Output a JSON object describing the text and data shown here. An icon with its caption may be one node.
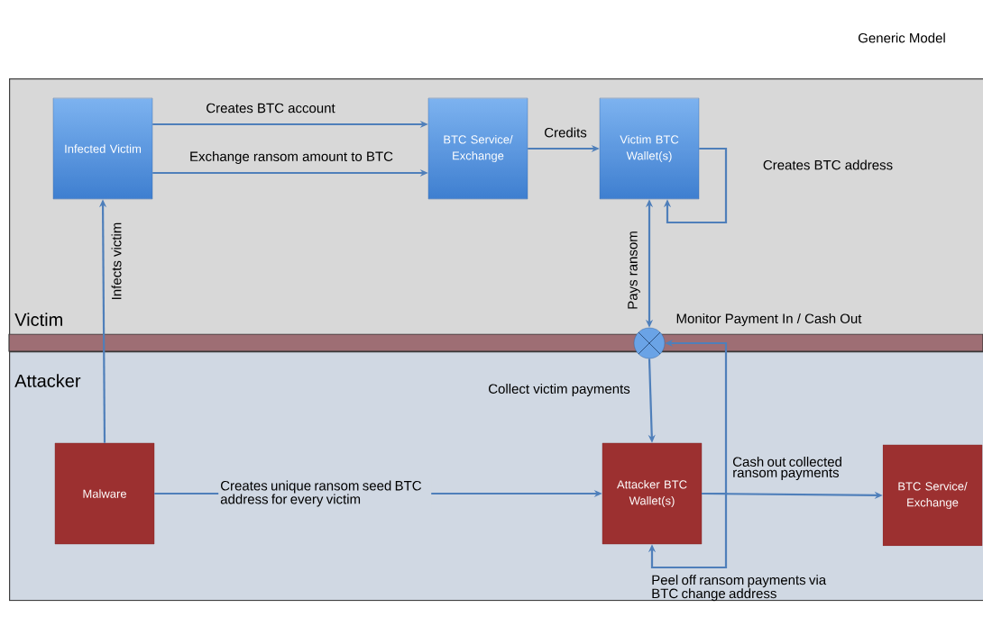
{
  "diagram": {
    "title": "Generic Model",
    "nodes": [
      {
        "text": [
          "Victim"
        ]
      },
      {
        "text": [
          "Attacker"
        ]
      },
      {
        "text": [
          "Infected Victim"
        ],
        "in": 0
      },
      {
        "text": [
          "BTC Service/ Exchange"
        ],
        "in": 0
      },
      {
        "text": [
          "Victim BTC Wallet(s)"
        ],
        "in": 0
      },
      {
        "text": [],
        "shape": "circle",
        "beside": [
          "Monitor Payment In / Cash Out"
        ]
      },
      {
        "text": [
          "Malware"
        ],
        "in": 1
      },
      {
        "text": [
          "Attacker BTC Wallet(s)"
        ],
        "in": 1
      },
      {
        "text": [
          "BTC Service/ Exchange"
        ],
        "in": 1
      }
    ],
    "edges": [
      {
        "from": 2,
        "to": 3,
        "arrow": "to",
        "label": "Creates BTC account"
      },
      {
        "from": 2,
        "to": 3,
        "arrow": "to",
        "label": "Exchange ransom amount to BTC"
      },
      {
        "from": 3,
        "to": 4,
        "arrow": "to",
        "label": "Credits"
      },
      {
        "from": 4,
        "to": 4,
        "arrow": "to",
        "label": "Creates BTC address"
      },
      {
        "from": 4,
        "to": 5,
        "arrow": "both",
        "label": "Pays ransom"
      },
      {
        "from": 5,
        "to": 7,
        "arrow": "to",
        "label": "Collect victim payments"
      },
      {
        "from": 6,
        "to": 2,
        "arrow": "to",
        "label": "Infects victim"
      },
      {
        "from": 6,
        "to": 7,
        "arrow": "to",
        "label": "Creates unique ransom seed BTC address for every victim"
      },
      {
        "from": 7,
        "to": 8,
        "arrow": "to",
        "label": "Cash out collected ransom payments"
      },
      {
        "from": 7,
        "to": 5,
        "arrow": "to"
      },
      {
        "from": 7,
        "to": 7,
        "arrow": "to",
        "label": "Peel off ransom payments via BTC change address"
      }
    ]
  }
}
